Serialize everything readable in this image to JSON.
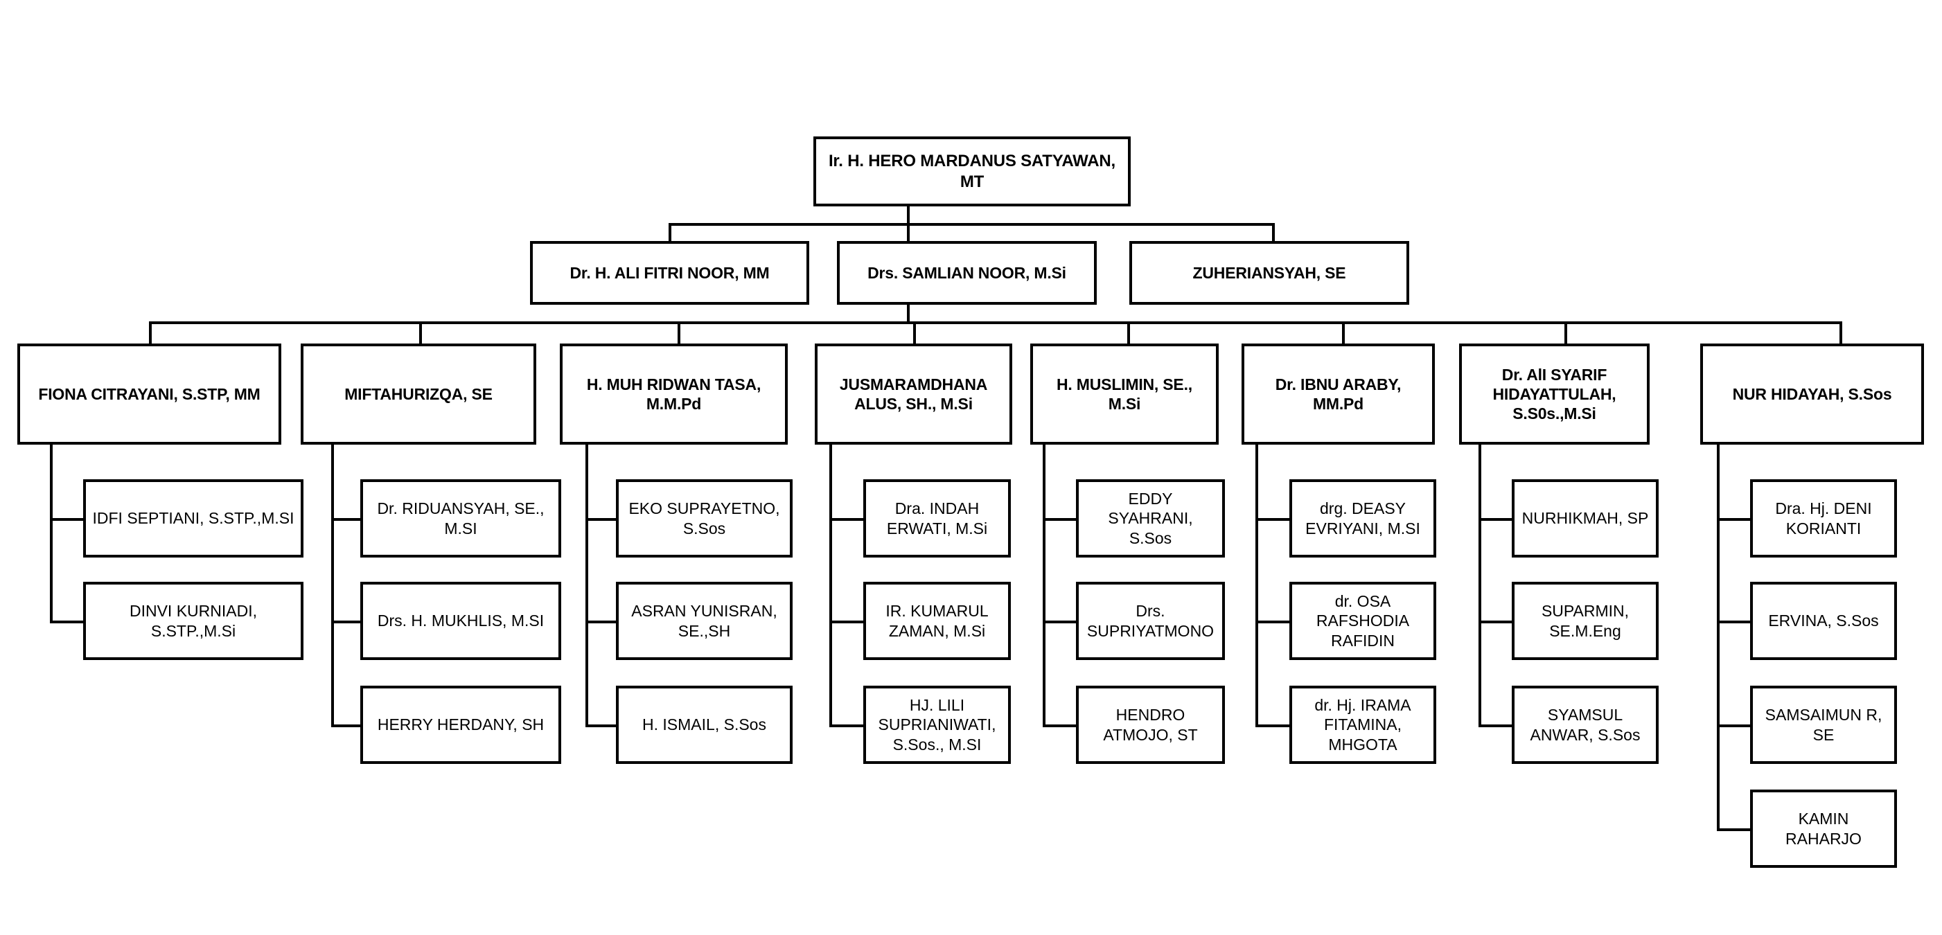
{
  "chart": {
    "type": "organizational-chart",
    "title": "",
    "background_color": "#ffffff",
    "line_color": "#000000",
    "box_border_color": "#000000",
    "box_fill_color": "#ffffff"
  },
  "level1": {
    "name": "Ir. H. HERO MARDANUS SATYAWAN,\nMT"
  },
  "level2": [
    {
      "name": "Dr. H. ALI FITRI NOOR, MM"
    },
    {
      "name": "Drs. SAMLIAN NOOR, M.Si"
    },
    {
      "name": "ZUHERIANSYAH, SE"
    }
  ],
  "level3": [
    {
      "name": "FIONA CITRAYANI, S.STP, MM",
      "children": [
        {
          "name": "IDFI SEPTIANI, S.STP.,M.SI"
        },
        {
          "name": "DINVI KURNIADI,\nS.STP.,M.Si"
        }
      ]
    },
    {
      "name": "MIFTAHURIZQA, SE",
      "children": [
        {
          "name": "Dr. RIDUANSYAH, SE.,\nM.SI"
        },
        {
          "name": "Drs. H. MUKHLIS, M.SI"
        },
        {
          "name": "HERRY HERDANY, SH"
        }
      ]
    },
    {
      "name": "H. MUH RIDWAN TASA,\nM.M.Pd",
      "children": [
        {
          "name": "EKO SUPRAYETNO,\nS.Sos"
        },
        {
          "name": "ASRAN YUNISRAN,\nSE.,SH"
        },
        {
          "name": "H. ISMAIL, S.Sos"
        }
      ]
    },
    {
      "name": "JUSMARAMDHANA\nALUS, SH., M.Si",
      "children": [
        {
          "name": "Dra. INDAH\nERWATI, M.Si"
        },
        {
          "name": "IR. KUMARUL\nZAMAN, M.Si"
        },
        {
          "name": "HJ. LILI\nSUPRIANIWATI,\nS.Sos., M.SI"
        }
      ]
    },
    {
      "name": "H. MUSLIMIN, SE.,\nM.Si",
      "children": [
        {
          "name": "EDDY SYAHRANI,\nS.Sos"
        },
        {
          "name": "Drs.\nSUPRIYATMONO"
        },
        {
          "name": "HENDRO\nATMOJO, ST"
        }
      ]
    },
    {
      "name": "Dr. IBNU ARABY,\nMM.Pd",
      "children": [
        {
          "name": "drg. DEASY\nEVRIYANI, M.SI"
        },
        {
          "name": "dr. OSA\nRAFSHODIA\nRAFIDIN"
        },
        {
          "name": "dr. Hj. IRAMA\nFITAMINA,\nMHGOTA"
        }
      ]
    },
    {
      "name": "Dr. AlI SYARIF\nHIDAYATTULAH,\nS.S0s.,M.Si",
      "children": [
        {
          "name": "NURHIKMAH, SP"
        },
        {
          "name": "SUPARMIN,\nSE.M.Eng"
        },
        {
          "name": "SYAMSUL\nANWAR, S.Sos"
        }
      ]
    },
    {
      "name": "NUR HIDAYAH, S.Sos",
      "children": [
        {
          "name": "Dra. Hj. DENI\nKORIANTI"
        },
        {
          "name": "ERVINA, S.Sos"
        },
        {
          "name": "SAMSAIMUN R,\nSE"
        },
        {
          "name": "KAMIN RAHARJO"
        }
      ]
    }
  ]
}
